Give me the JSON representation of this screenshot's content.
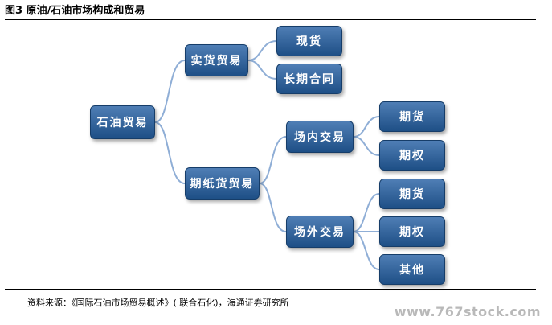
{
  "header": {
    "title": "图3  原油/石油市场构成和贸易"
  },
  "diagram": {
    "root": "石油贸易",
    "spot_trade": "实货贸易",
    "spot": "现货",
    "long_term": "长期合同",
    "paper_trade": "期纸货贸易",
    "exchange": "场内交易",
    "exchange_futures": "期货",
    "exchange_options": "期权",
    "otc": "场外交易",
    "otc_futures": "期货",
    "otc_options": "期权",
    "otc_other": "其他"
  },
  "footer": {
    "source": "资料来源：《国际石油市场贸易概述》( 联合石化)，海通证券研究所",
    "watermark": "www.767stock.com"
  },
  "colors": {
    "node_top": "#4f7eb5",
    "node_bottom": "#1e4f86",
    "connector": "#8faed6"
  }
}
